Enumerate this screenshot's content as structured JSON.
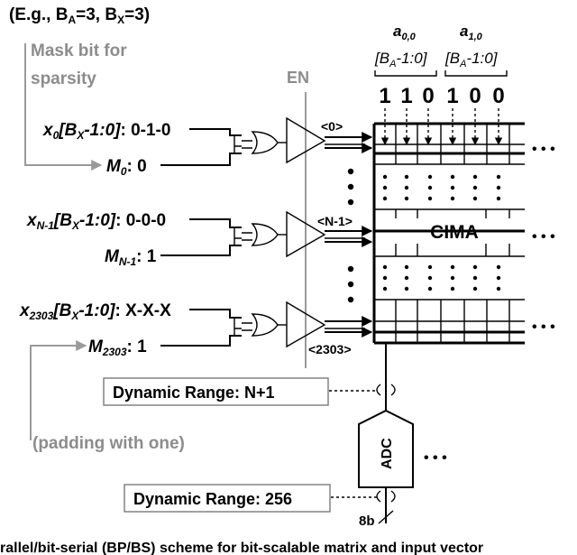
{
  "header": {
    "text": "(E.g., B",
    "sub_a": "A",
    "mid": "=3, B",
    "sub_x": "X",
    "end": "=3)"
  },
  "mask_note": {
    "line1": "Mask bit for",
    "line2": "sparsity"
  },
  "enable_label": "EN",
  "columns": [
    {
      "name": "a",
      "sub": "0,0",
      "range_open": "[B",
      "range_sub": "A",
      "range_close": "-1:0]"
    },
    {
      "name": "a",
      "sub": "1,0",
      "range_open": "[B",
      "range_sub": "A",
      "range_close": "-1:0]"
    }
  ],
  "weight_bits": [
    "1",
    "1",
    "0",
    "1",
    "0",
    "0"
  ],
  "rows": [
    {
      "x_base": "x",
      "x_sub": "0",
      "x_range_open": "[B",
      "x_range_sub": "X",
      "x_range_close": "-1:0]",
      "x_value": ": 0-1-0",
      "m_base": "M",
      "m_sub": "0",
      "m_value": ": 0",
      "driver_tag": "<0>"
    },
    {
      "x_base": "x",
      "x_sub": "N-1",
      "x_range_open": "[B",
      "x_range_sub": "X",
      "x_range_close": "-1:0]",
      "x_value": ": 0-0-0",
      "m_base": "M",
      "m_sub": "N-1",
      "m_value": ": 1",
      "driver_tag": "<N-1>"
    },
    {
      "x_base": "x",
      "x_sub": "2303",
      "x_range_open": "[B",
      "x_range_sub": "X",
      "x_range_close": "-1:0]",
      "x_value": ": X-X-X",
      "m_base": "M",
      "m_sub": "2303",
      "m_value": ": 1",
      "driver_tag": "<2303>"
    }
  ],
  "array_label": "CIMA",
  "ellipsis": "• • •",
  "dynamic_range_1": "Dynamic Range: N+1",
  "padding_note": "(padding with one)",
  "adc_label": "ADC",
  "dynamic_range_2": "Dynamic Range: 256",
  "output_bits": "8b",
  "caption": "rallel/bit-serial (BP/BS) scheme for bit-scalable matrix and input vector"
}
